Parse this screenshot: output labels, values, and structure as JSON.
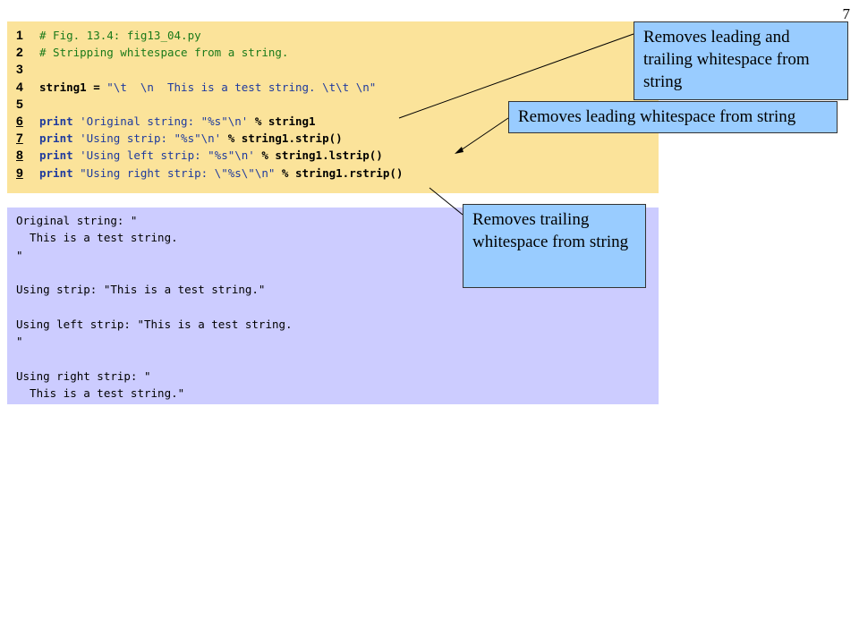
{
  "page_number": "7",
  "code": {
    "lines": [
      {
        "num": "1",
        "underline": false,
        "segments": [
          {
            "cls": "comment",
            "text": "# Fig. 13.4: fig13_04.py"
          }
        ]
      },
      {
        "num": "2",
        "underline": false,
        "segments": [
          {
            "cls": "comment",
            "text": "# Stripping whitespace from a string."
          }
        ]
      },
      {
        "num": "3",
        "underline": false,
        "segments": []
      },
      {
        "num": "4",
        "underline": false,
        "segments": [
          {
            "cls": "plain",
            "text": "string1 = "
          },
          {
            "cls": "str",
            "text": "\"\\t  \\n  This is a test string. \\t\\t \\n\""
          }
        ]
      },
      {
        "num": "5",
        "underline": false,
        "segments": []
      },
      {
        "num": "6",
        "underline": true,
        "segments": [
          {
            "cls": "kw",
            "text": "print "
          },
          {
            "cls": "str",
            "text": "'Original string: \"%s\"\\n'"
          },
          {
            "cls": "plain",
            "text": " % string1"
          }
        ]
      },
      {
        "num": "7",
        "underline": true,
        "segments": [
          {
            "cls": "kw",
            "text": "print "
          },
          {
            "cls": "str",
            "text": "'Using strip: \"%s\"\\n'"
          },
          {
            "cls": "plain",
            "text": " % string1.strip()"
          }
        ]
      },
      {
        "num": "8",
        "underline": true,
        "segments": [
          {
            "cls": "kw",
            "text": "print "
          },
          {
            "cls": "str",
            "text": "'Using left strip: \"%s\"\\n'"
          },
          {
            "cls": "plain",
            "text": " % string1.lstrip()"
          }
        ]
      },
      {
        "num": "9",
        "underline": true,
        "segments": [
          {
            "cls": "kw",
            "text": "print "
          },
          {
            "cls": "str",
            "text": "\"Using right strip: \\\"%s\\\"\\n\""
          },
          {
            "cls": "plain",
            "text": " % string1.rstrip()"
          }
        ]
      }
    ]
  },
  "output": {
    "lines": [
      "Original string: \"",
      "  This is a test string.",
      "\"",
      "",
      "Using strip: \"This is a test string.\"",
      "",
      "Using left strip: \"This is a test string.",
      "\"",
      "",
      "Using right strip: \"",
      "  This is a test string.\""
    ]
  },
  "callouts": {
    "strip": "Removes leading and trailing whitespace from string",
    "lstrip": "Removes leading whitespace from string",
    "rstrip": "Removes trailing whitespace from string"
  },
  "colors": {
    "code_background": "#fbe39a",
    "output_background": "#ccccff",
    "callout_background": "#99ccff",
    "comment": "#1a7a1a",
    "keyword": "#1e3a9e"
  }
}
